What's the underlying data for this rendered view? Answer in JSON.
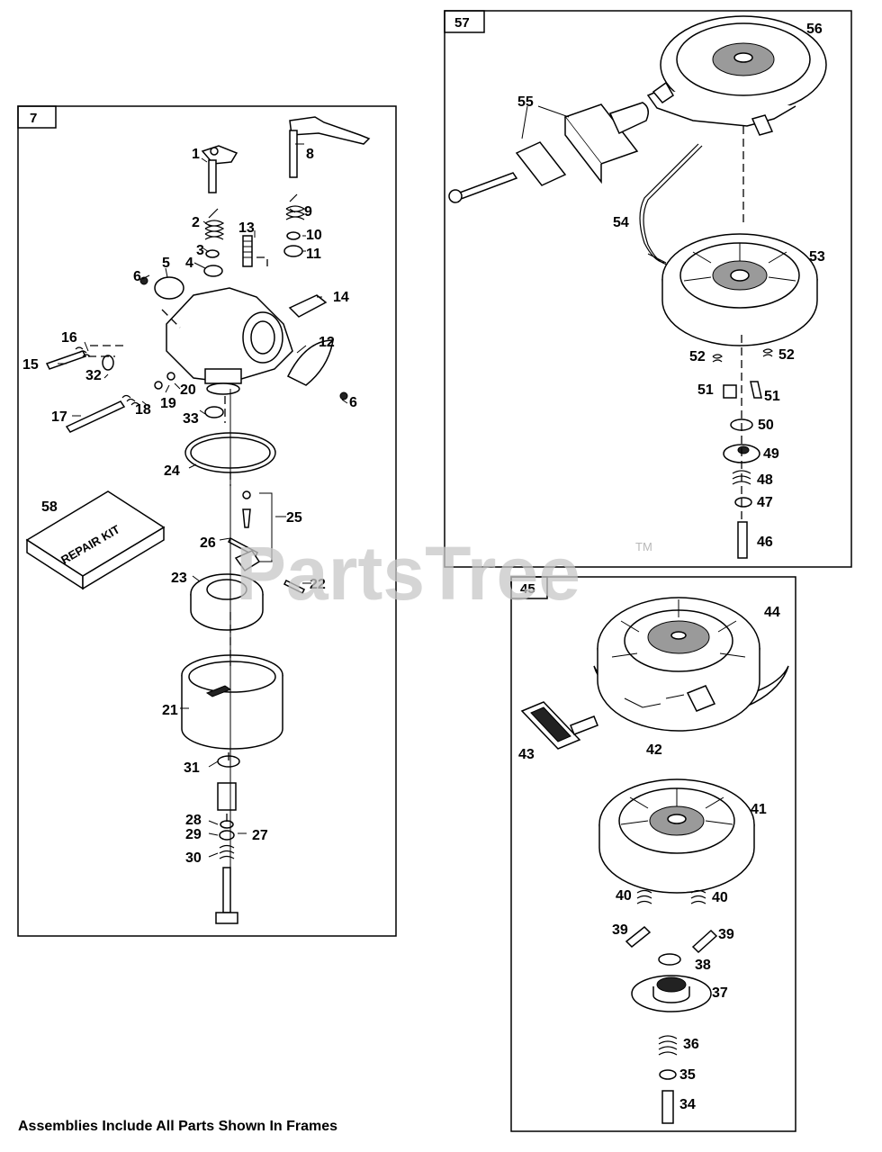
{
  "frames": [
    {
      "id": "frame-7",
      "label": "7"
    },
    {
      "id": "frame-57",
      "label": "57"
    },
    {
      "id": "frame-45",
      "label": "45"
    }
  ],
  "callouts": [
    {
      "n": "1"
    },
    {
      "n": "8"
    },
    {
      "n": "2"
    },
    {
      "n": "13"
    },
    {
      "n": "9"
    },
    {
      "n": "3"
    },
    {
      "n": "10"
    },
    {
      "n": "11"
    },
    {
      "n": "6"
    },
    {
      "n": "5"
    },
    {
      "n": "4"
    },
    {
      "n": "14"
    },
    {
      "n": "16"
    },
    {
      "n": "15"
    },
    {
      "n": "32"
    },
    {
      "n": "12"
    },
    {
      "n": "20"
    },
    {
      "n": "19"
    },
    {
      "n": "18"
    },
    {
      "n": "17"
    },
    {
      "n": "33"
    },
    {
      "n": "6"
    },
    {
      "n": "24"
    },
    {
      "n": "58"
    },
    {
      "n": "25"
    },
    {
      "n": "26"
    },
    {
      "n": "23"
    },
    {
      "n": "22"
    },
    {
      "n": "21"
    },
    {
      "n": "31"
    },
    {
      "n": "28"
    },
    {
      "n": "29"
    },
    {
      "n": "27"
    },
    {
      "n": "30"
    },
    {
      "n": "56"
    },
    {
      "n": "55"
    },
    {
      "n": "54"
    },
    {
      "n": "53"
    },
    {
      "n": "52"
    },
    {
      "n": "52"
    },
    {
      "n": "51"
    },
    {
      "n": "51"
    },
    {
      "n": "50"
    },
    {
      "n": "49"
    },
    {
      "n": "48"
    },
    {
      "n": "47"
    },
    {
      "n": "46"
    },
    {
      "n": "44"
    },
    {
      "n": "43"
    },
    {
      "n": "42"
    },
    {
      "n": "41"
    },
    {
      "n": "40"
    },
    {
      "n": "40"
    },
    {
      "n": "39"
    },
    {
      "n": "39"
    },
    {
      "n": "38"
    },
    {
      "n": "37"
    },
    {
      "n": "36"
    },
    {
      "n": "35"
    },
    {
      "n": "34"
    }
  ],
  "repair_kit_label": "REPAIR KIT",
  "watermark": {
    "text": "PartsTree",
    "trademark": "TM"
  },
  "footer": "Assemblies Include All Parts Shown In Frames"
}
